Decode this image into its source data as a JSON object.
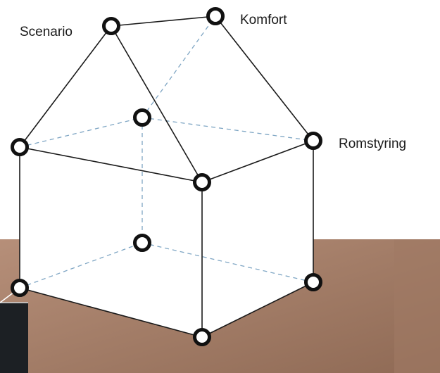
{
  "labels": {
    "scenario": "Scenario",
    "komfort": "Komfort",
    "romstyring": "Romstyring"
  },
  "colors": {
    "background": "#ffffff",
    "wall_bottom": "#8f6a55",
    "wall_top": "#b68f79",
    "solid_edge": "#1a1a1a",
    "dashed_edge": "#7fa6c4",
    "node_fill": "#ffffff",
    "node_stroke": "#111111",
    "tv": "#1c2024"
  },
  "nodes": [
    "ridge-front-node",
    "ridge-back-node",
    "eave-left-node",
    "eave-right-node",
    "eave-front-node",
    "eave-back-hidden-node",
    "base-back-hidden-node",
    "base-left-node",
    "base-right-node",
    "base-front-node"
  ]
}
